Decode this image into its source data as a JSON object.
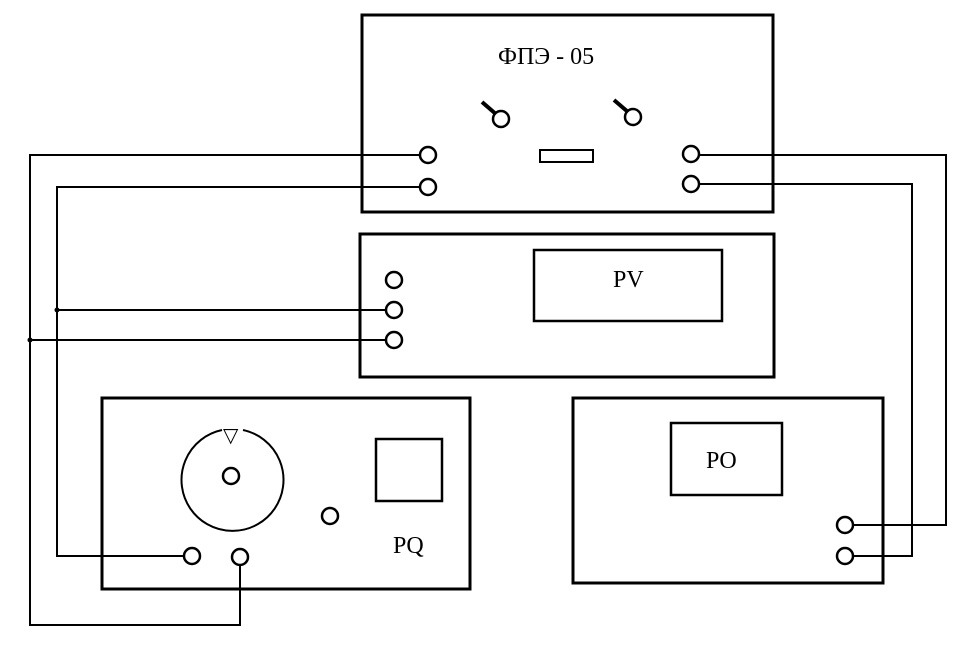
{
  "devices": {
    "fpe": {
      "label": "ФПЭ - 05"
    },
    "pv": {
      "label": "PV"
    },
    "pq": {
      "label": "PQ"
    },
    "po": {
      "label": "PO"
    }
  },
  "symbols": {
    "dial_marker": "▽"
  }
}
